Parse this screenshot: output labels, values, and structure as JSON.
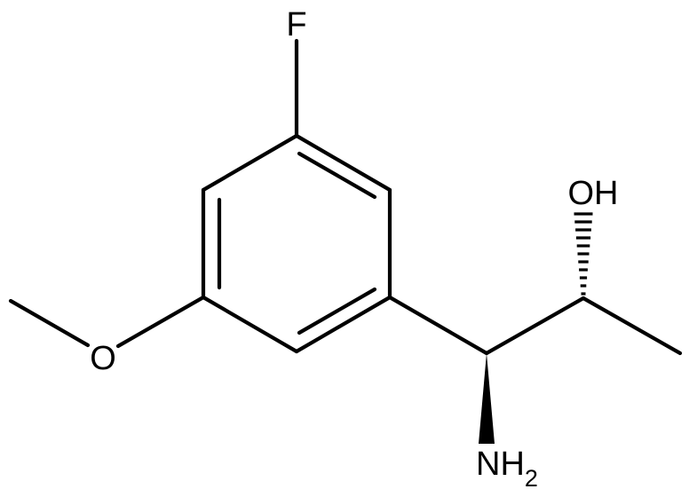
{
  "molecule": {
    "atoms": {
      "fluorine": "F",
      "methoxy_oxygen": "O",
      "hydroxyl": "OH",
      "amine": "NH",
      "amine_subscript": "2"
    }
  }
}
